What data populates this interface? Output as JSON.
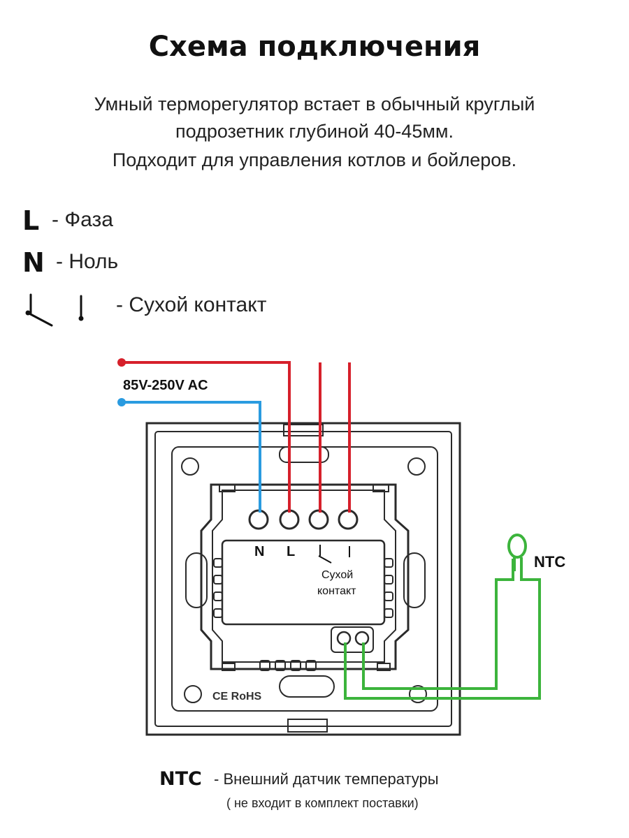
{
  "title": "Схема подключения",
  "intro_lines": [
    "Умный терморегулятор встает в обычный круглый",
    "подрозетник глубиной 40-45мм.",
    "Подходит для управления котлов и бойлеров."
  ],
  "legend": {
    "phase_key": "L",
    "phase_text": "- Фаза",
    "neutral_key": "N",
    "neutral_text": "- Ноль",
    "dry_contact_text": "- Сухой контакт"
  },
  "diagram": {
    "voltage_label": "85V-250V AC",
    "terminal_n": "N",
    "terminal_l": "L",
    "dry_contact_label_1": "Сухой",
    "dry_contact_label_2": "контакт",
    "sensor_label": "NTC",
    "cert_label": "CE RoHS"
  },
  "footer": {
    "ntc_key": "NTC",
    "ntc_text": "- Внешний датчик температуры",
    "ntc_note": "( не входит в комплект поставки)"
  },
  "colors": {
    "phase_wire": "#d6202b",
    "neutral_wire": "#2a9be0",
    "sensor_wire": "#3cb43c",
    "device_outline": "#2a2a2a"
  }
}
